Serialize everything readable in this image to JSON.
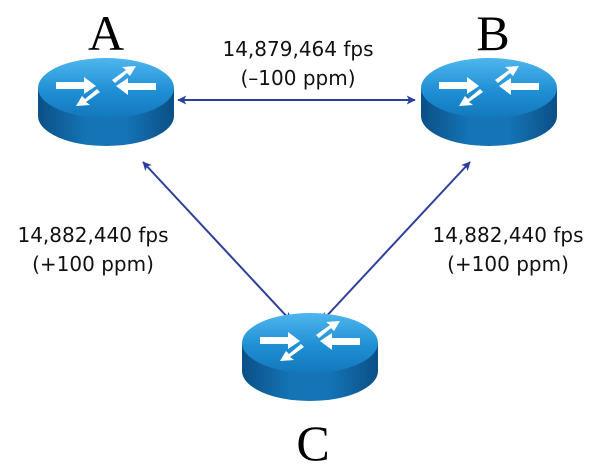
{
  "colors": {
    "link": "#2b3f9b",
    "router_top": "#1f8fd4",
    "router_side": "#0a5f9e",
    "router_arrow": "#ffffff"
  },
  "nodes": {
    "a": {
      "label": "A",
      "icon": "router-icon"
    },
    "b": {
      "label": "B",
      "icon": "router-icon"
    },
    "c": {
      "label": "C",
      "icon": "router-icon"
    }
  },
  "links": {
    "ab": {
      "rate": "14,879,464 fps",
      "offset": "(–100 ppm)"
    },
    "ac": {
      "rate": "14,882,440 fps",
      "offset": "(+100 ppm)"
    },
    "bc": {
      "rate": "14,882,440 fps",
      "offset": "(+100 ppm)"
    }
  }
}
